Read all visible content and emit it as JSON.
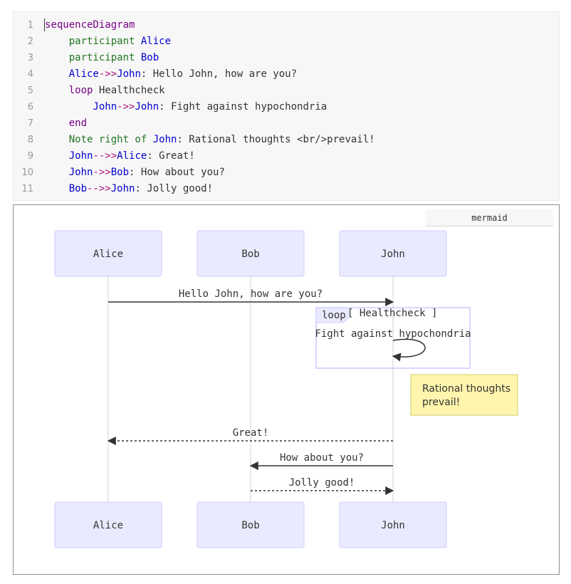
{
  "editor": {
    "lines": [
      {
        "num": "1",
        "tokens": [
          {
            "text": "sequenceDiagram",
            "color": "#770088"
          }
        ]
      },
      {
        "num": "2",
        "tokens": [
          {
            "text": "    participant ",
            "color": "#227722"
          },
          {
            "text": "Alice",
            "color": "#0000cc"
          }
        ]
      },
      {
        "num": "3",
        "tokens": [
          {
            "text": "    participant ",
            "color": "#227722"
          },
          {
            "text": "Bob",
            "color": "#0000cc"
          }
        ]
      },
      {
        "num": "4",
        "tokens": [
          {
            "text": "    Alice",
            "color": "#0000cc"
          },
          {
            "text": "->>",
            "color": "#aa1177"
          },
          {
            "text": "John",
            "color": "#0000cc"
          },
          {
            "text": ": Hello John, how are you?",
            "color": "#333333"
          }
        ]
      },
      {
        "num": "5",
        "tokens": [
          {
            "text": "    loop ",
            "color": "#770088"
          },
          {
            "text": "Healthcheck",
            "color": "#333333"
          }
        ]
      },
      {
        "num": "6",
        "tokens": [
          {
            "text": "        John",
            "color": "#0000cc"
          },
          {
            "text": "->>",
            "color": "#aa1177"
          },
          {
            "text": "John",
            "color": "#0000cc"
          },
          {
            "text": ": Fight against hypochondria",
            "color": "#333333"
          }
        ]
      },
      {
        "num": "7",
        "tokens": [
          {
            "text": "    end",
            "color": "#770088"
          }
        ]
      },
      {
        "num": "8",
        "tokens": [
          {
            "text": "    Note right of ",
            "color": "#227722"
          },
          {
            "text": "John",
            "color": "#0000cc"
          },
          {
            "text": ": Rational thoughts <br/>prevail!",
            "color": "#333333"
          }
        ]
      },
      {
        "num": "9",
        "tokens": [
          {
            "text": "    John",
            "color": "#0000cc"
          },
          {
            "text": "-->>",
            "color": "#aa1177"
          },
          {
            "text": "Alice",
            "color": "#0000cc"
          },
          {
            "text": ": Great!",
            "color": "#333333"
          }
        ]
      },
      {
        "num": "10",
        "tokens": [
          {
            "text": "    John",
            "color": "#0000cc"
          },
          {
            "text": "->>",
            "color": "#aa1177"
          },
          {
            "text": "Bob",
            "color": "#0000cc"
          },
          {
            "text": ": How about you?",
            "color": "#333333"
          }
        ]
      },
      {
        "num": "11",
        "tokens": [
          {
            "text": "    Bob",
            "color": "#0000cc"
          },
          {
            "text": "-->>",
            "color": "#aa1177"
          },
          {
            "text": "John",
            "color": "#0000cc"
          },
          {
            "text": ": Jolly good!",
            "color": "#333333"
          }
        ]
      }
    ]
  },
  "preview": {
    "tab_label": "mermaid"
  },
  "diagram": {
    "participants": [
      "Alice",
      "Bob",
      "John"
    ],
    "messages": [
      {
        "from": "Alice",
        "to": "John",
        "text": "Hello John, how are you?",
        "dashed": false
      },
      {
        "from": "John",
        "to": "John",
        "text": "Fight against hypochondria",
        "dashed": false
      },
      {
        "from": "John",
        "to": "Alice",
        "text": "Great!",
        "dashed": true
      },
      {
        "from": "John",
        "to": "Bob",
        "text": "How about you?",
        "dashed": false
      },
      {
        "from": "Bob",
        "to": "John",
        "text": "Jolly good!",
        "dashed": true
      }
    ],
    "loop": {
      "keyword": "loop",
      "label": "[ Healthcheck ]"
    },
    "note": {
      "lines": [
        "Rational thoughts",
        "prevail!"
      ]
    },
    "colors": {
      "actor_fill": "#eaeaff",
      "actor_stroke": "#ccccff",
      "lifeline": "#e0e0e0",
      "message": "#333333",
      "loop_stroke": "#ccccff",
      "loop_label_fill": "#eaeaff",
      "note_fill": "#fff5ad",
      "note_stroke": "#cccc66"
    }
  }
}
